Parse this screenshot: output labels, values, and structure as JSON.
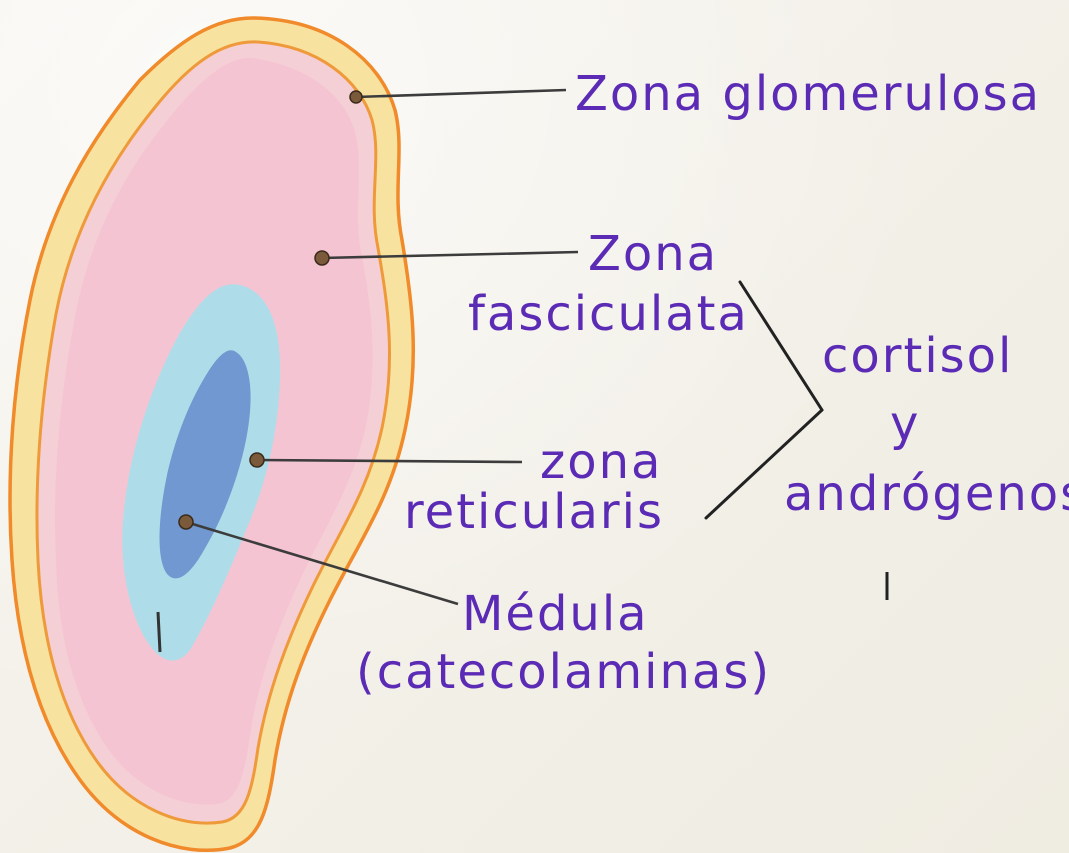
{
  "labels": {
    "glomerulosa": "Zona glomerulosa",
    "fasciculata_line1": "Zona",
    "fasciculata_line2": "fasciculata",
    "reticularis_line1": "zona",
    "reticularis_line2": "reticularis",
    "medula_line1": "Médula",
    "medula_line2": "(catecolaminas)",
    "hormone_line1": "cortisol",
    "hormone_line2": "y",
    "hormone_line3": "andrógenos"
  },
  "colors": {
    "outer_outline": "#f08a2a",
    "capsule_fill": "#f6dc8c",
    "cortex_fill": "#f3bccc",
    "reticularis_fill": "#a9dce9",
    "medulla_fill": "#6e93cf",
    "label_ink": "#5b2bb5",
    "pin_line": "#3c3c3c"
  }
}
